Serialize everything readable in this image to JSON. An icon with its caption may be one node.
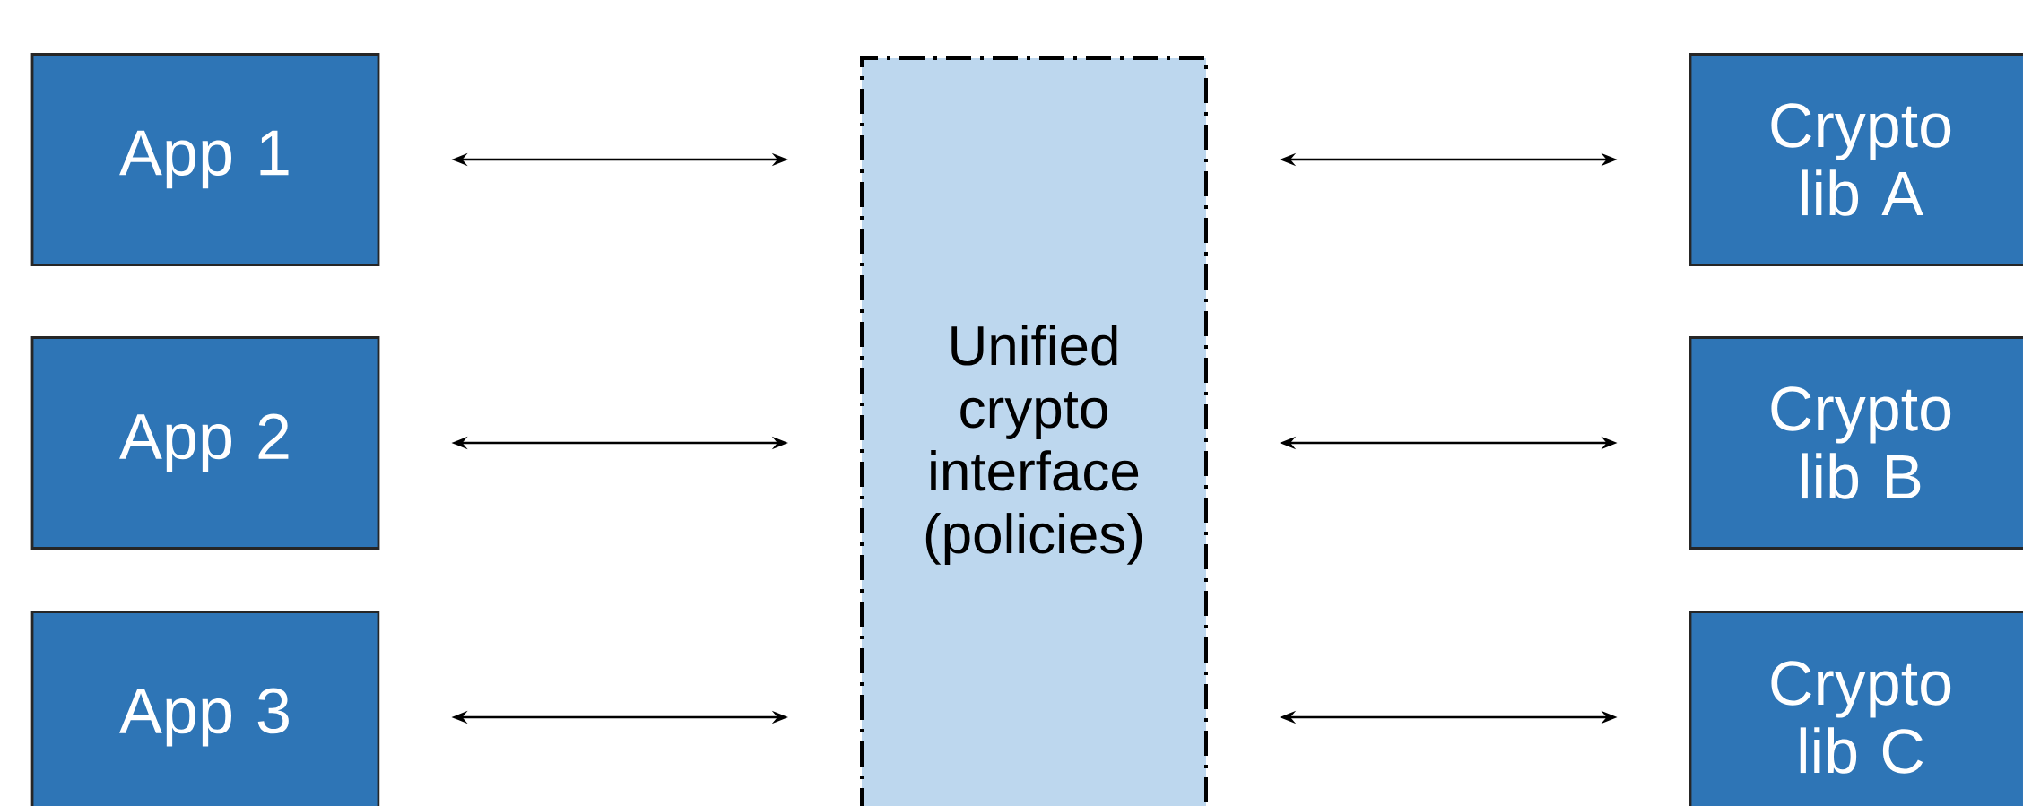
{
  "diagram": {
    "nodes": [
      {
        "text": [
          "App 1"
        ]
      },
      {
        "text": [
          "App 2"
        ]
      },
      {
        "text": [
          "App 3"
        ]
      },
      {
        "text": [
          "Unified crypto interface (policies)"
        ]
      },
      {
        "text": [
          "Crypto lib A"
        ]
      },
      {
        "text": [
          "Crypto lib B"
        ]
      },
      {
        "text": [
          "Crypto lib C"
        ]
      }
    ],
    "edges": [
      {
        "from": 0,
        "to": 3,
        "arrow": "both"
      },
      {
        "from": 1,
        "to": 3,
        "arrow": "both"
      },
      {
        "from": 2,
        "to": 3,
        "arrow": "both"
      },
      {
        "from": 3,
        "to": 4,
        "arrow": "both"
      },
      {
        "from": 3,
        "to": 5,
        "arrow": "both"
      },
      {
        "from": 3,
        "to": 6,
        "arrow": "both"
      }
    ]
  }
}
